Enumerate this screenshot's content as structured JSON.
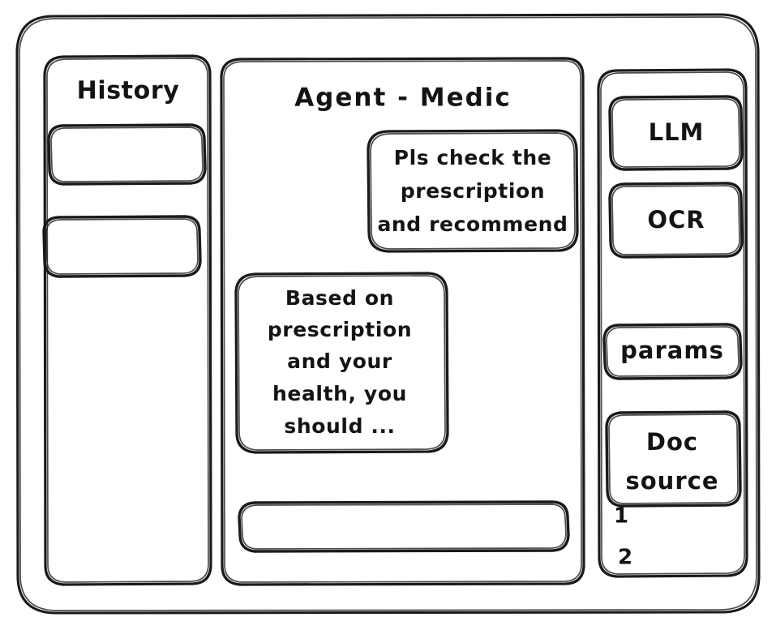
{
  "window": {
    "name": "wireframe-window",
    "stroke_color": "#1a1a1a",
    "background_color": "#ffffff"
  },
  "sidebar_left": {
    "title": "History",
    "items": [
      {
        "label": "",
        "name": "history-item-1"
      },
      {
        "label": "",
        "name": "history-item-2"
      }
    ]
  },
  "main": {
    "title": "Agent - Medic",
    "messages": [
      {
        "role": "user",
        "align": "right",
        "lines": [
          "Pls check the",
          "prescription",
          "and recommend"
        ]
      },
      {
        "role": "assistant",
        "align": "left",
        "lines": [
          "Based on",
          "prescription",
          "and your",
          "health, you",
          "should ..."
        ]
      }
    ],
    "composer": {
      "value": "",
      "placeholder": ""
    }
  },
  "sidebar_right": {
    "tools": [
      {
        "label": "LLM",
        "name": "tool-llm"
      },
      {
        "label": "OCR",
        "name": "tool-ocr"
      },
      {
        "label": "params",
        "name": "tool-params"
      },
      {
        "label": "Doc source",
        "name": "tool-doc-source",
        "lines": [
          "Doc",
          "source"
        ]
      }
    ],
    "doc_list": [
      {
        "label": "1"
      },
      {
        "label": "2"
      }
    ]
  }
}
